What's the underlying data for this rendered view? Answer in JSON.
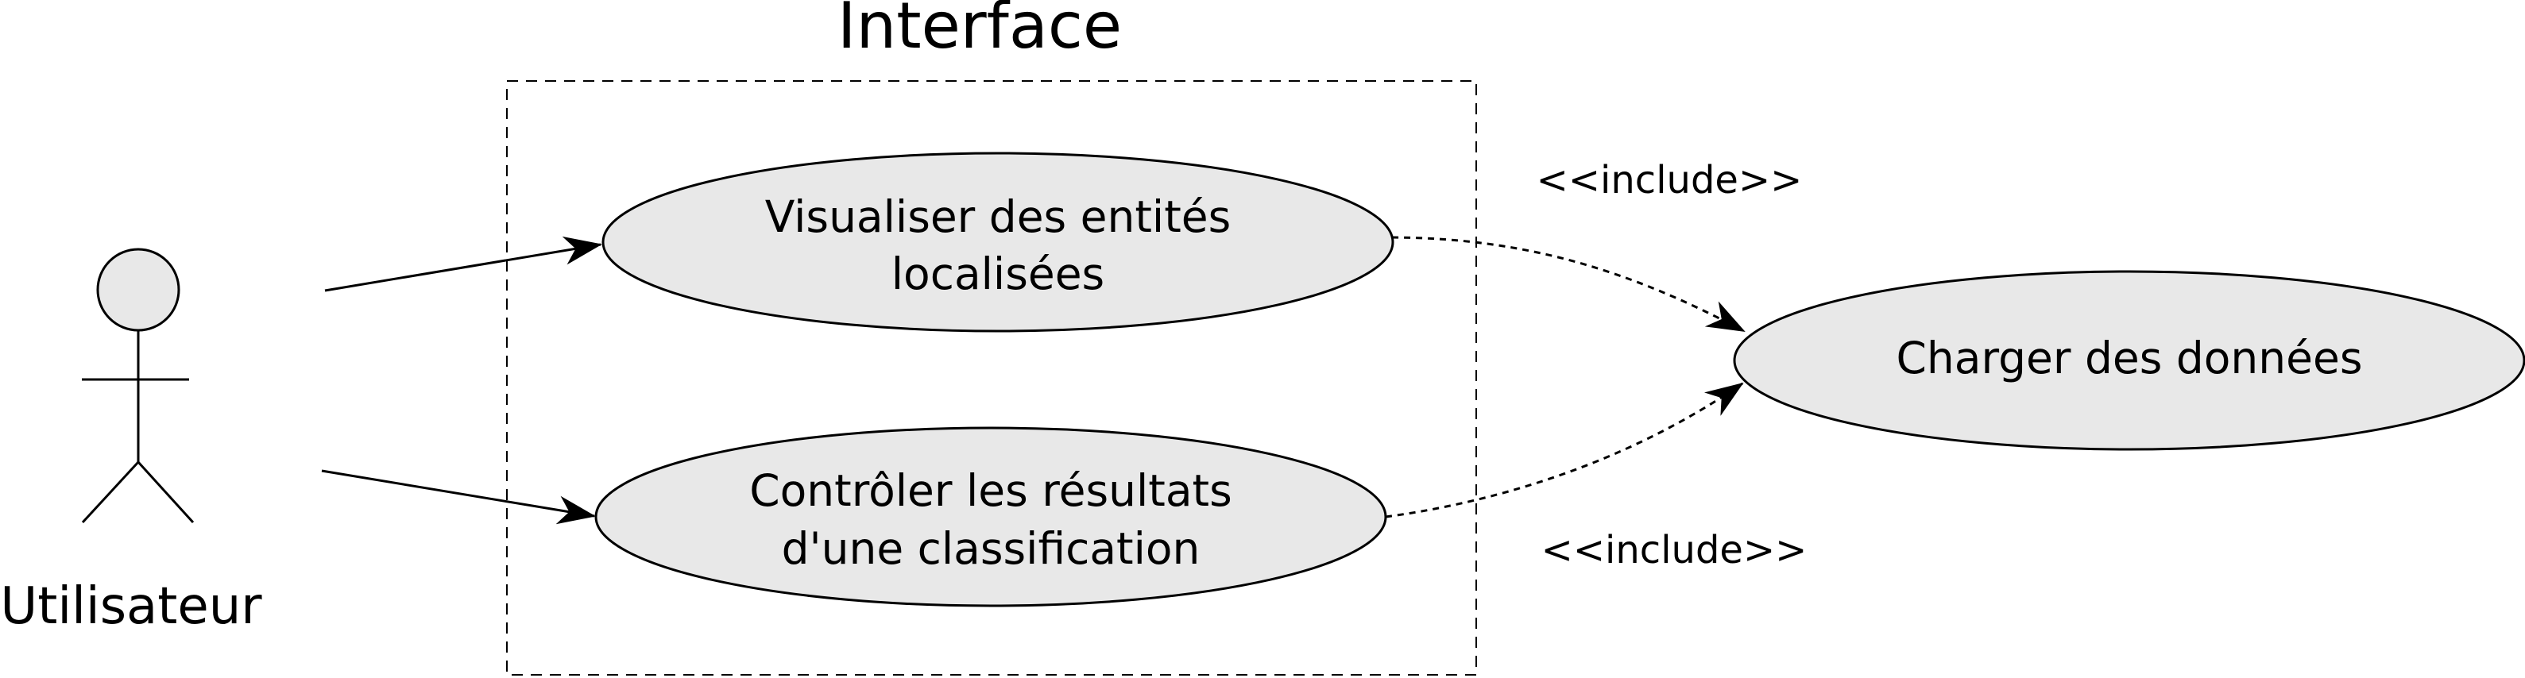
{
  "diagram": {
    "title": "Interface",
    "actor": {
      "name": "Utilisateur"
    },
    "use_cases": {
      "visualiser": {
        "line1": "Visualiser des entités",
        "line2": "localisées"
      },
      "controler": {
        "line1": "Contrôler les résultats",
        "line2": "d'une classification"
      },
      "charger": {
        "line1": "Charger des données"
      }
    },
    "relations": {
      "include_top": "<<include>>",
      "include_bottom": "<<include>>"
    },
    "colors": {
      "usecase_fill": "#e8e8e8",
      "stroke": "#000000",
      "background": "#ffffff"
    }
  }
}
